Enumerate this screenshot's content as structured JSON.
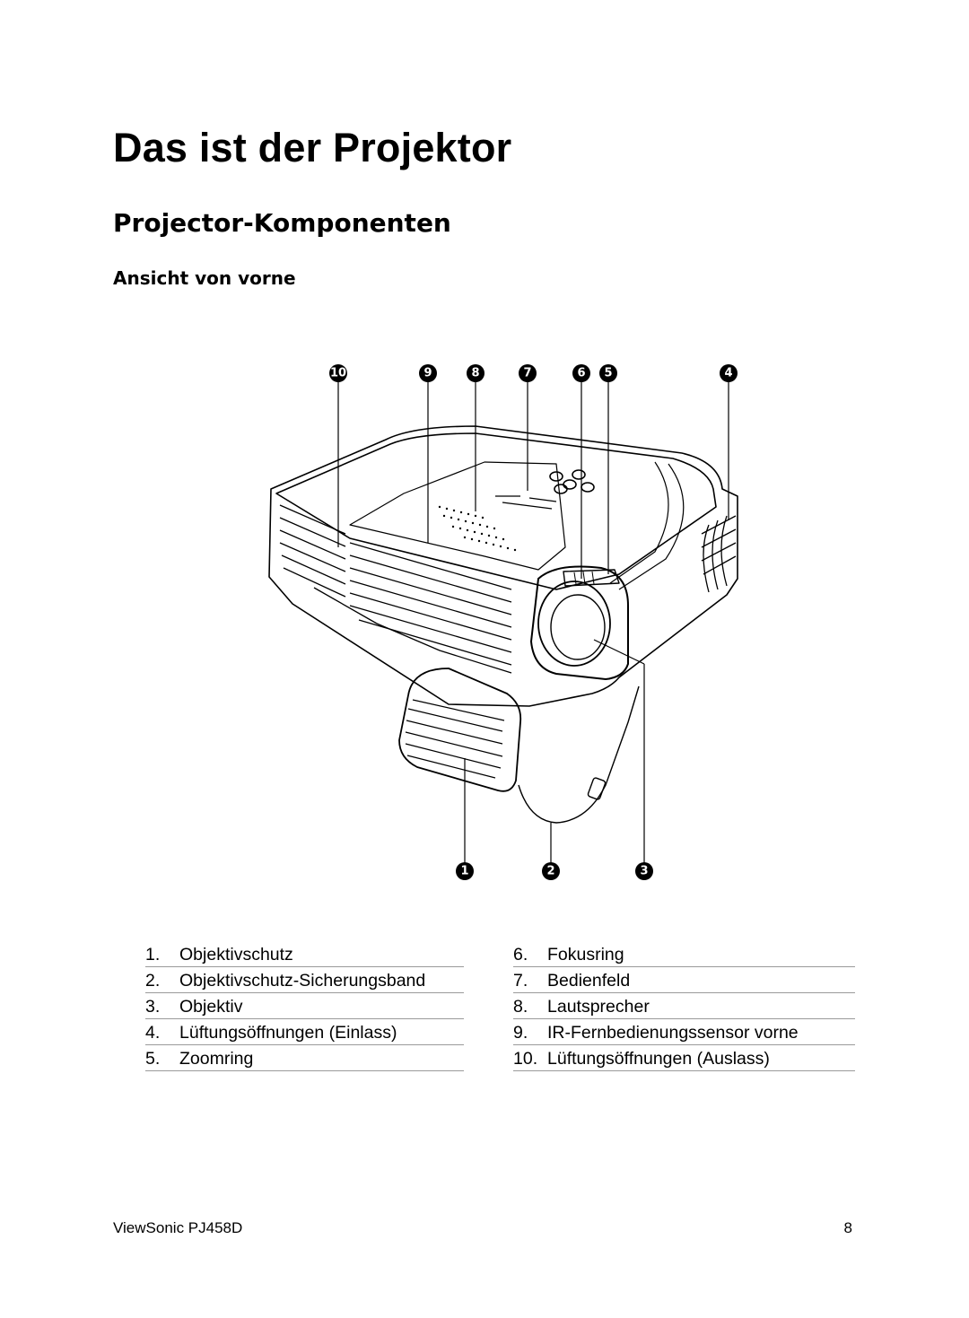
{
  "page": {
    "title": "Das ist der Projektor",
    "section": "Projector-Komponenten",
    "subsection": "Ansicht von vorne"
  },
  "figure": {
    "callouts": [
      "1",
      "2",
      "3",
      "4",
      "5",
      "6",
      "7",
      "8",
      "9",
      "10"
    ]
  },
  "legend": {
    "left": [
      {
        "num": "1.",
        "label": "Objektivschutz"
      },
      {
        "num": "2.",
        "label": "Objektivschutz-Sicherungsband"
      },
      {
        "num": "3.",
        "label": "Objektiv"
      },
      {
        "num": "4.",
        "label": "Lüftungsöffnungen (Einlass)"
      },
      {
        "num": "5.",
        "label": "Zoomring"
      }
    ],
    "right": [
      {
        "num": "6.",
        "label": "Fokusring"
      },
      {
        "num": "7.",
        "label": "Bedienfeld"
      },
      {
        "num": "8.",
        "label": "Lautsprecher"
      },
      {
        "num": "9.",
        "label": "IR-Fernbedienungssensor vorne"
      },
      {
        "num": "10.",
        "label": "Lüftungsöffnungen (Auslass)"
      }
    ]
  },
  "footer": {
    "product": "ViewSonic PJ458D",
    "page_number": "8"
  }
}
